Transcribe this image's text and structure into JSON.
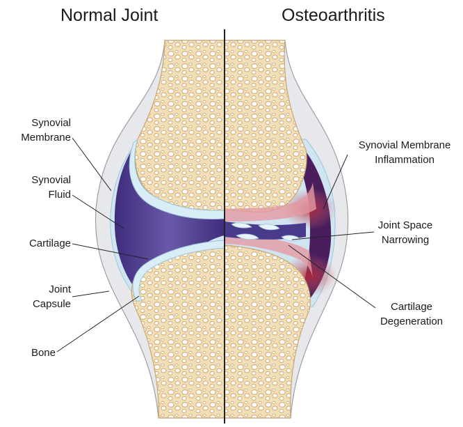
{
  "titles": {
    "left": "Normal Joint",
    "right": "Osteoarthritis"
  },
  "labels_left": {
    "synovial_membrane": "Synovial\nMembrane",
    "synovial_fluid": "Synovial\nFluid",
    "cartilage": "Cartilage",
    "joint_capsule": "Joint\nCapsule",
    "bone": "Bone"
  },
  "labels_right": {
    "synovial_membrane_inflammation": "Synovial Membrane\nInflammation",
    "joint_space_narrowing": "Joint Space\nNarrowing",
    "cartilage_degeneration": "Cartilage\nDegeneration"
  },
  "colors": {
    "bone": "#f2dfb8",
    "bone_pore": "#ffffff",
    "bone_pore_edge": "#d6b685",
    "cartilage": "#d9edf6",
    "synovial_fluid": "#5e4a9b",
    "capsule": "#e4e6ea",
    "inflammation": "#c0394a",
    "line": "#222222"
  }
}
